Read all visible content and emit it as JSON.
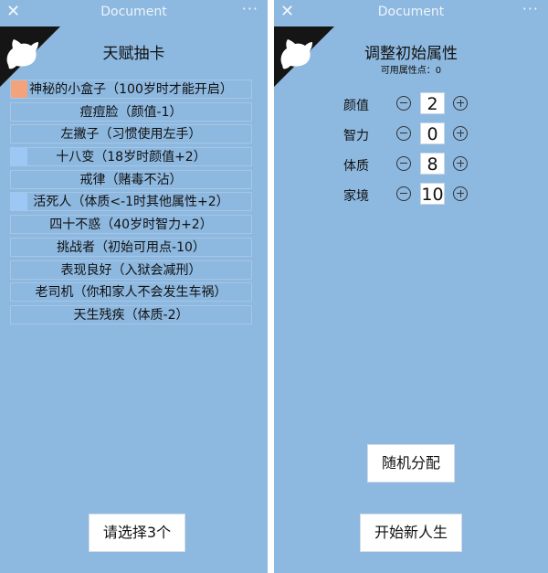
{
  "left": {
    "topbar": {
      "close": "✕",
      "title": "Document",
      "more": "···"
    },
    "title": "天赋抽卡",
    "talents": [
      {
        "label": "神秘的小盒子（100岁时才能开启）",
        "grade_color": "#f3a37c"
      },
      {
        "label": "痘痘脸（颜值-1）",
        "grade_color": ""
      },
      {
        "label": "左撇子（习惯使用左手）",
        "grade_color": ""
      },
      {
        "label": "十八变（18岁时颜值+2）",
        "grade_color": "#9dc8f5"
      },
      {
        "label": "戒律（赌毒不沾）",
        "grade_color": ""
      },
      {
        "label": "活死人（体质<-1时其他属性+2）",
        "grade_color": "#9dc8f5"
      },
      {
        "label": "四十不惑（40岁时智力+2）",
        "grade_color": ""
      },
      {
        "label": "挑战者（初始可用点-10）",
        "grade_color": ""
      },
      {
        "label": "表现良好（入狱会减刑）",
        "grade_color": ""
      },
      {
        "label": "老司机（你和家人不会发生车祸）",
        "grade_color": ""
      },
      {
        "label": "天生残疾（体质-2）",
        "grade_color": ""
      }
    ],
    "select_button": "请选择3个"
  },
  "right": {
    "topbar": {
      "close": "✕",
      "title": "Document",
      "more": "···"
    },
    "title": "调整初始属性",
    "available_points": "可用属性点：0",
    "attributes": [
      {
        "label": "颜值",
        "value": "2"
      },
      {
        "label": "智力",
        "value": "0"
      },
      {
        "label": "体质",
        "value": "8"
      },
      {
        "label": "家境",
        "value": "10"
      }
    ],
    "random_button": "随机分配",
    "start_button": "开始新人生"
  }
}
